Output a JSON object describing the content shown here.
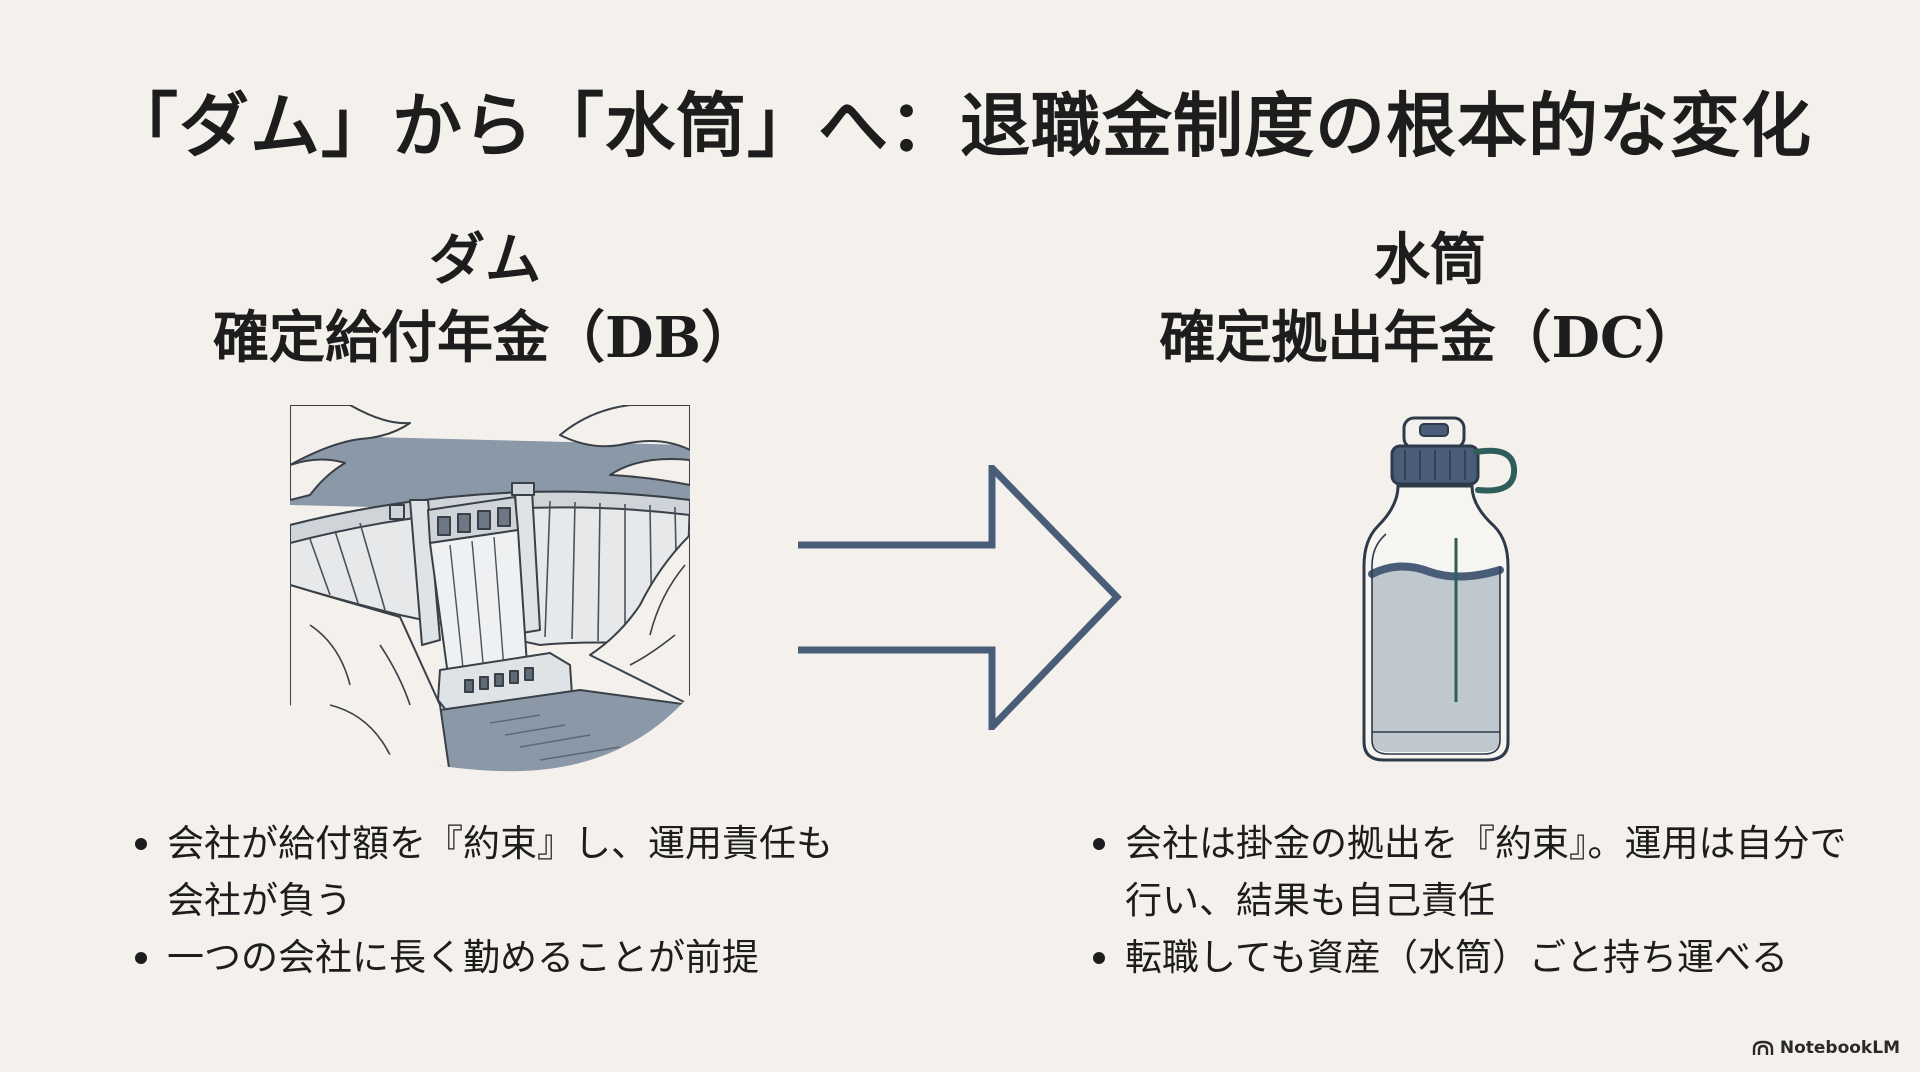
{
  "title": "「ダム」から「水筒」へ：退職金制度の根本的な変化",
  "left": {
    "name": "ダム",
    "subtitle": "確定給付年金（DB）",
    "bullets": [
      "会社が給付額を『約束』し、運用責任も会社が負う",
      "一つの会社に長く勤めることが前提"
    ]
  },
  "right": {
    "name": "水筒",
    "subtitle": "確定拠出年金（DC）",
    "bullets": [
      "会社は掛金の拠出を『約束』。運用は自分で行い、結果も自己責任",
      "転職しても資産（水筒）ごと持ち運べる"
    ]
  },
  "brand": "NotebookLM",
  "colors": {
    "background": "#f4f1ec",
    "accent_navy": "#4a5d78",
    "accent_teal": "#2f5d5a",
    "water_gray": "#8b98a8"
  },
  "icons": [
    "dam-illustration",
    "arrow-right-icon",
    "water-bottle-illustration",
    "notebooklm-logo-icon"
  ]
}
